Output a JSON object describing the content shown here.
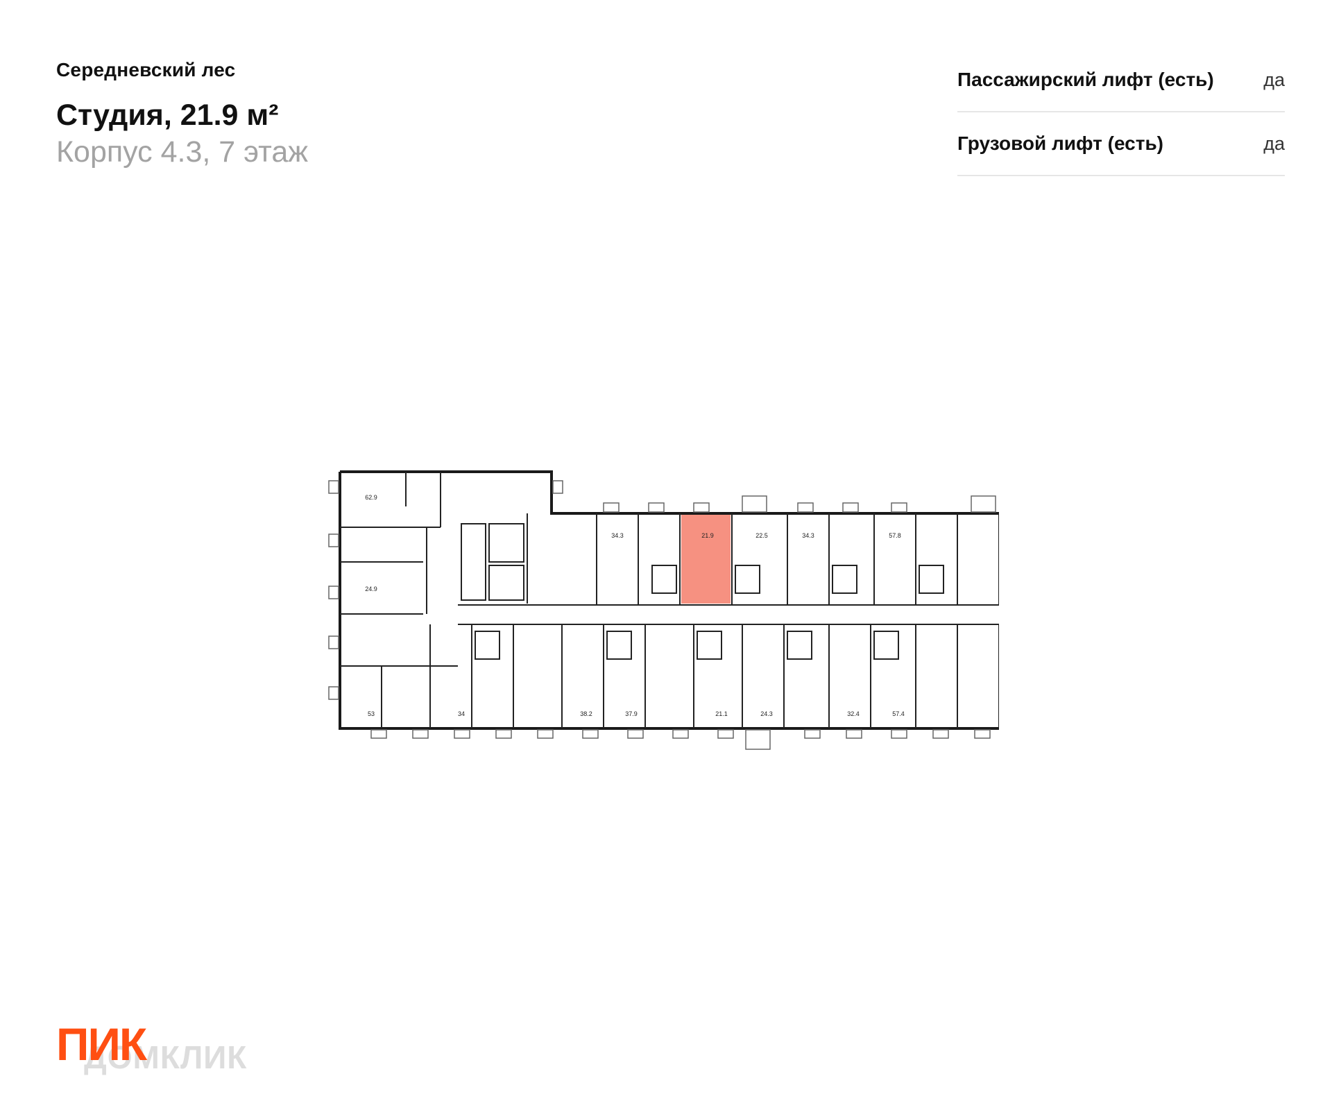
{
  "header": {
    "complex_name": "Середневский лес",
    "title": "Студия, 21.9 м²",
    "subtitle": "Корпус 4.3, 7 этаж"
  },
  "features": [
    {
      "label": "Пассажирский лифт (есть)",
      "value": "да"
    },
    {
      "label": "Грузовой лифт (есть)",
      "value": "да"
    }
  ],
  "floor_plan": {
    "highlighted_area": "21.9",
    "highlight_color": "#f47e6b",
    "apartment_areas": [
      "62.9",
      "24.9",
      "53",
      "34",
      "38.2",
      "37.9",
      "21.1",
      "24.3",
      "32.4",
      "57.4",
      "34.3",
      "21.9",
      "22.5",
      "34.3",
      "57.8"
    ]
  },
  "logo": {
    "brand": "ПИК",
    "watermark": "ДОМКЛИК",
    "brand_color": "#ff4f12"
  }
}
